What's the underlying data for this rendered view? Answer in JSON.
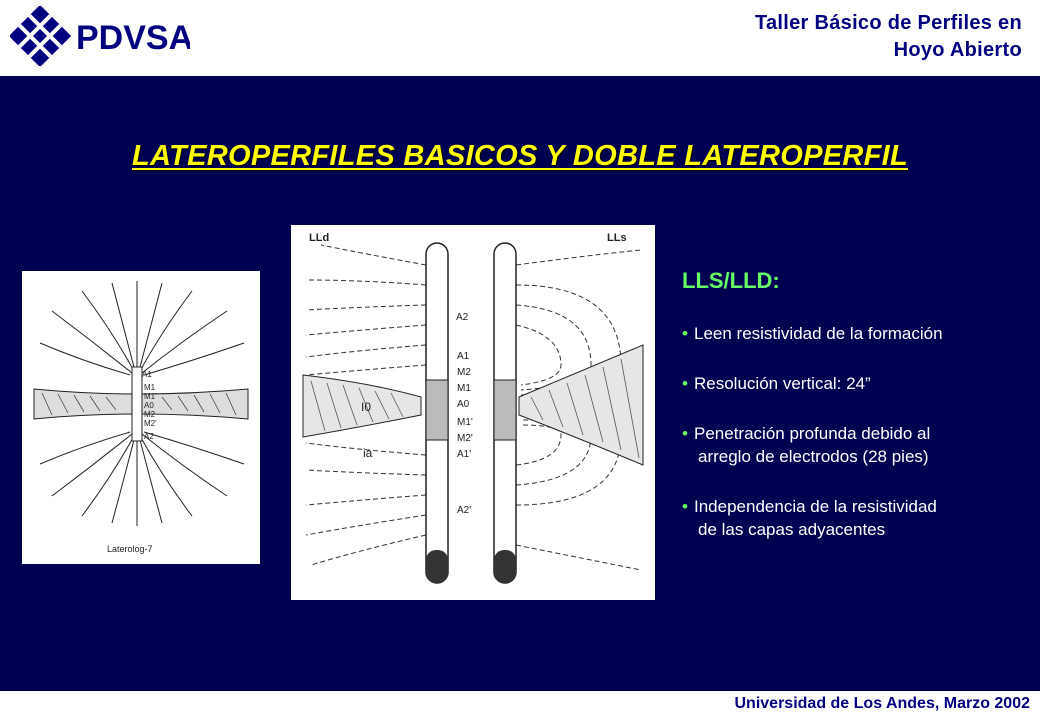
{
  "header": {
    "logo_text": "PDVSA",
    "title_line1": "Taller Básico de Perfiles en",
    "title_line2": "Hoyo Abierto"
  },
  "slide": {
    "title": "LATEROPERFILES BASICOS Y DOBLE LATEROPERFIL",
    "left_figure": {
      "caption": "Laterolog-7",
      "electrodes": [
        "A1",
        "M1",
        "M1'",
        "A0",
        "M2",
        "M2'",
        "A2"
      ]
    },
    "center_figure": {
      "label_left": "LLd",
      "label_right": "LLs",
      "electrodes": [
        "A2",
        "A1",
        "M2",
        "M1",
        "A0",
        "M1'",
        "M2'",
        "A1'",
        "A2'"
      ],
      "current_io": "I0",
      "current_ia": "ia"
    },
    "bullets": {
      "heading": "LLS/LLD:",
      "items": [
        {
          "line1": "Leen resistividad de la formación",
          "line2": ""
        },
        {
          "line1": "Resolución vertical: 24”",
          "line2": ""
        },
        {
          "line1": " Penetración profunda debido al",
          "line2": "arreglo de electrodos (28 pies)"
        },
        {
          "line1": "Independencia de la resistividad",
          "line2": "de las capas adyacentes"
        }
      ]
    }
  },
  "footer": {
    "text": "Universidad de Los Andes, Marzo 2002"
  },
  "colors": {
    "background": "#000050",
    "title": "#ffff00",
    "heading": "#66ff66",
    "bullet_text": "#ffffff",
    "brand": "#000080"
  }
}
